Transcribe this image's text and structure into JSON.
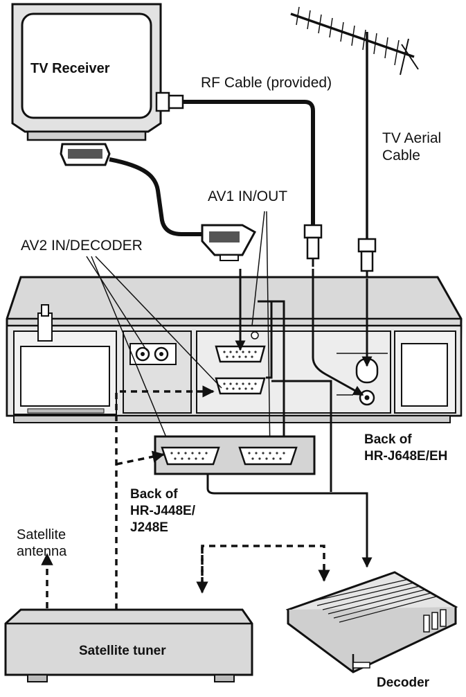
{
  "labels": {
    "tv_receiver": "TV Receiver",
    "rf_cable": "RF Cable (provided)",
    "tv_aerial_line1": "TV Aerial",
    "tv_aerial_line2": "Cable",
    "av1": "AV1 IN/OUT",
    "av2": "AV2 IN/DECODER",
    "back_648_line1": "Back of",
    "back_648_line2": "HR-J648E/EH",
    "back_448_line1": "Back of",
    "back_448_line2": "HR-J448E/",
    "back_448_line3": "J248E",
    "satellite_antenna_line1": "Satellite",
    "satellite_antenna_line2": "antenna",
    "satellite_tuner": "Satellite tuner",
    "decoder": "Decoder"
  },
  "icons": [
    "tv-icon",
    "aerial-antenna-icon",
    "scart-plug-icon",
    "rf-plug-icon",
    "vcr-icon",
    "satellite-tuner-icon",
    "decoder-icon"
  ]
}
